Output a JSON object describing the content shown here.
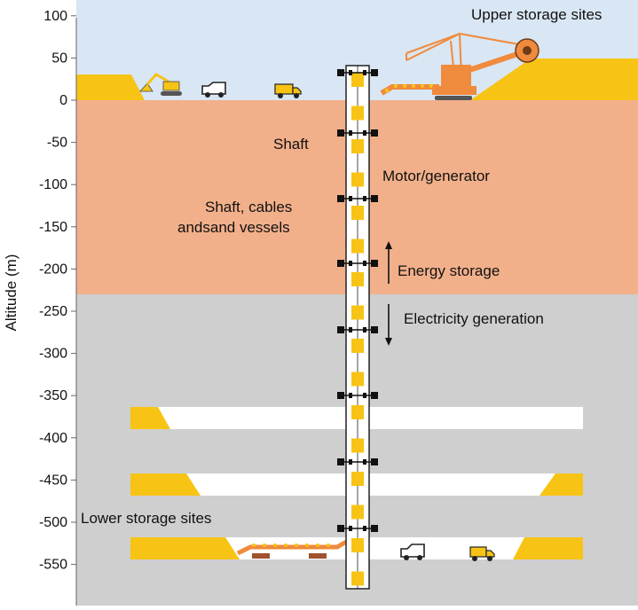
{
  "axis": {
    "ylabel": "Altitude (m)",
    "ticks": [
      100,
      50,
      0,
      -50,
      -100,
      -150,
      -200,
      -250,
      -300,
      -350,
      -400,
      -450,
      -500,
      -550
    ],
    "tick_labels": [
      "100",
      "50",
      "0",
      "-50",
      "-100",
      "-150",
      "-200",
      "-250",
      "-300",
      "-350",
      "-400",
      "-450",
      "-500",
      "-550"
    ]
  },
  "labels": {
    "upper_storage": "Upper storage sites",
    "shaft": "Shaft",
    "motor_generator": "Motor/generator",
    "shaft_cables_line1": "Shaft, cables",
    "shaft_cables_line2": "andsand vessels",
    "energy_storage": "Energy storage",
    "electricity_generation": "Electricity generation",
    "lower_storage": "Lower storage sites"
  },
  "colors": {
    "sky": "#d9e6f3",
    "upper_ground": "#f2b08a",
    "deep_ground": "#cfcfcf",
    "sand": "#f7c416",
    "machine": "#f08a3c",
    "shaft_fill": "#ffffff",
    "motor": "#111111"
  },
  "icons": [
    "excavator-icon",
    "van-icon",
    "truck-icon",
    "bucket-wheel-excavator-icon",
    "conveyor-icon",
    "arrow-up-icon",
    "arrow-down-icon"
  ]
}
